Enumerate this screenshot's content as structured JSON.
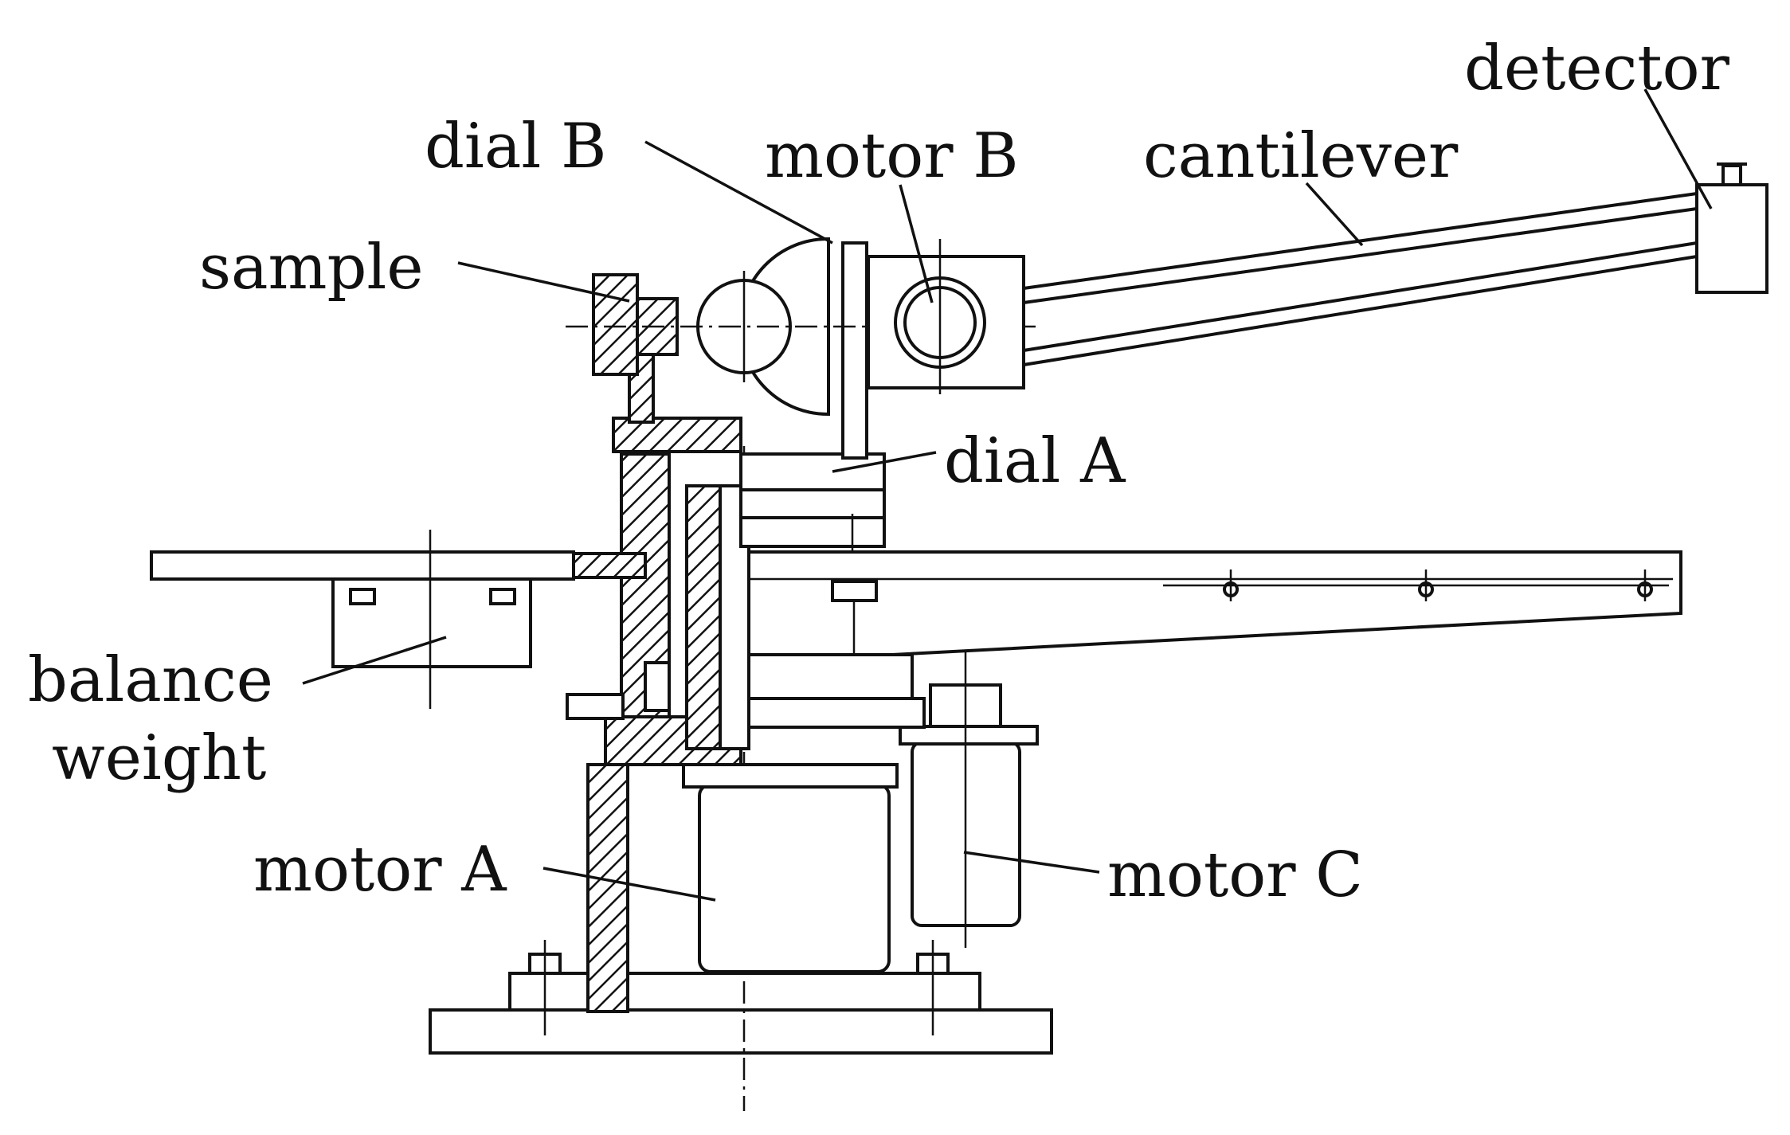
{
  "labels": {
    "detector": "detector",
    "dial_b": "dial B",
    "motor_b": "motor B",
    "cantilever": "cantilever",
    "sample": "sample",
    "dial_a": "dial A",
    "balance_weight_line1": "balance",
    "balance_weight_line2": "weight",
    "motor_a": "motor A",
    "motor_c": "motor C"
  }
}
